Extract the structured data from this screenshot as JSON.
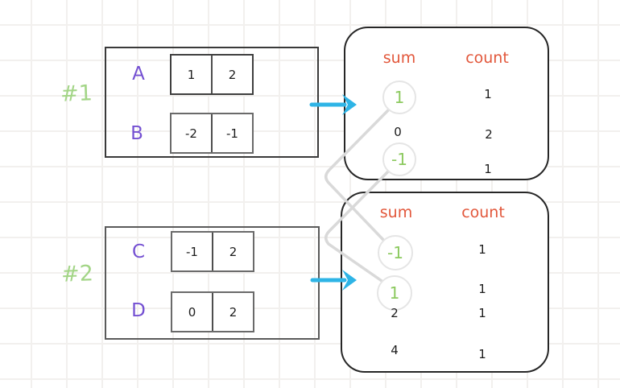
{
  "groups": [
    {
      "label": "#1",
      "rows": [
        {
          "name": "A",
          "cells": [
            "1",
            "2"
          ]
        },
        {
          "name": "B",
          "cells": [
            "-2",
            "-1"
          ]
        }
      ]
    },
    {
      "label": "#2",
      "rows": [
        {
          "name": "C",
          "cells": [
            "-1",
            "2"
          ]
        },
        {
          "name": "D",
          "cells": [
            "0",
            "2"
          ]
        }
      ]
    }
  ],
  "panels": [
    {
      "sum_header": "sum",
      "count_header": "count",
      "rows": [
        {
          "sum": "1",
          "count": "1",
          "highlighted": true
        },
        {
          "sum": "0",
          "count": "2",
          "highlighted": false
        },
        {
          "sum": "-1",
          "count": "1",
          "highlighted": true
        }
      ]
    },
    {
      "sum_header": "sum",
      "count_header": "count",
      "rows": [
        {
          "sum": "-1",
          "count": "1",
          "highlighted": true
        },
        {
          "sum": "1",
          "count": "1",
          "highlighted": true
        },
        {
          "sum": "2",
          "count": "1",
          "highlighted": false
        },
        {
          "sum": "4",
          "count": "1",
          "highlighted": false
        }
      ]
    }
  ],
  "colors": {
    "group_label_green": "#a3d587",
    "highlight_green": "#8cc95f",
    "row_letter_purple": "#7450d2",
    "header_orange": "#e2573b",
    "arrow_cyan": "#2eb4e6",
    "connector_gray": "#d9d9d9",
    "circle_outline_gray": "#e5e5e5"
  }
}
